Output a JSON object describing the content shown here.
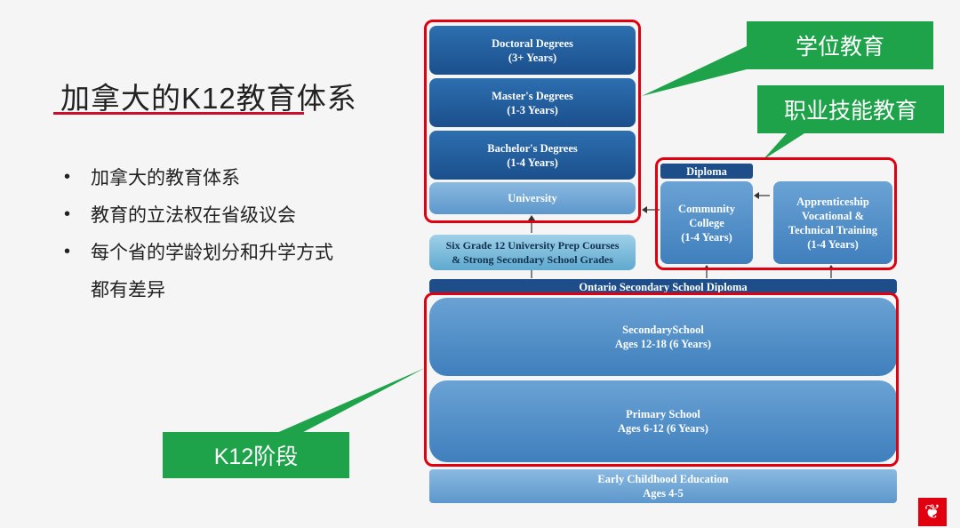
{
  "slide": {
    "title": "加拿大的K12教育体系",
    "bullets": [
      "加拿大的教育体系",
      "教育的立法权在省级议会",
      "每个省的学龄划分和升学方式"
    ],
    "bullet_continuation": "都有差异"
  },
  "diagram": {
    "doctoral": {
      "line1": "Doctoral Degrees",
      "line2": "(3+ Years)"
    },
    "masters": {
      "line1": "Master's Degrees",
      "line2": "(1-3 Years)"
    },
    "bachelors": {
      "line1": "Bachelor's Degrees",
      "line2": "(1-4 Years)"
    },
    "university": "University",
    "prep": {
      "line1": "Six Grade 12 University Prep Courses",
      "line2": "& Strong Secondary School Grades"
    },
    "diploma": "Diploma",
    "college": {
      "line1": "Community",
      "line2": "College",
      "line3": "(1-4 Years)"
    },
    "apprentice": {
      "line1": "Apprenticeship",
      "line2": "Vocational &",
      "line3": "Technical Training",
      "line4": "(1-4 Years)"
    },
    "ossd": "Ontario Secondary School Diploma",
    "secondary": {
      "line1": "SecondarySchool",
      "line2": "Ages 12-18 (6 Years)"
    },
    "primary": {
      "line1": "Primary School",
      "line2": "Ages 6-12 (6 Years)"
    },
    "early": {
      "line1": "Early Childhood Education",
      "line2": "Ages 4-5"
    }
  },
  "labels": {
    "degree": "学位教育",
    "vocational": "职业技能教育",
    "k12": "K12阶段"
  },
  "colors": {
    "accent_red": "#e1000f",
    "label_green": "#1ea34a",
    "box_dark": "#1b4f8c"
  },
  "icons": {
    "corner": "maple-leaf-icon"
  }
}
